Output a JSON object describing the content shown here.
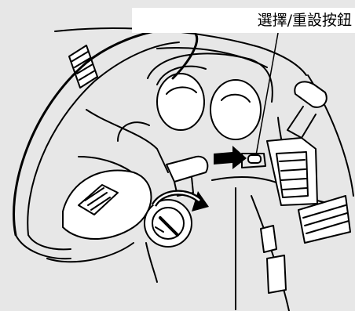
{
  "callout": {
    "label": "選擇/重設按鈕"
  },
  "colors": {
    "background": "#e7e7e7",
    "ink": "#000000",
    "fill": "#ffffff",
    "arrow": "#000000"
  },
  "parts": {
    "steering_wheel": "steering-wheel",
    "ignition": "ignition-switch",
    "gauges": "instrument-cluster",
    "select_reset": "select-reset-knob",
    "gear_shifter": "gear-shift-lever",
    "air_vent": "air-vent",
    "rotation_arrow": "rotation-arrow",
    "direction_arrow": "direction-arrow"
  }
}
